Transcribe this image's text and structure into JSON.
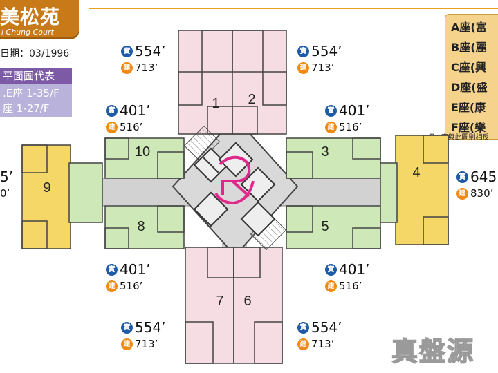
{
  "header": {
    "title_cn": "美松苑",
    "title_en": "i Chung Court",
    "date": "日期：03/1996"
  },
  "legend": {
    "title": "平面圖代表",
    "line1": ".E座 1-35/F",
    "line2": "座 1-27/F"
  },
  "blocks": [
    "A座(富",
    "B座(麗",
    "C座(興",
    "D座(盛",
    "E座(康",
    "F座(樂"
  ],
  "note": "B、C及D座與此圖則相反",
  "badge_net": "實",
  "badge_gross": "建",
  "areas": {
    "top_left": {
      "net": "554’",
      "gross": "713’"
    },
    "top_right": {
      "net": "554’",
      "gross": "713’"
    },
    "mid_upper_left": {
      "net": "401’",
      "gross": "516’"
    },
    "mid_upper_right": {
      "net": "401’",
      "gross": "516’"
    },
    "mid_lower_left": {
      "net": "401’",
      "gross": "516’"
    },
    "mid_lower_right": {
      "net": "401’",
      "gross": "516’"
    },
    "bottom_left": {
      "net": "554’",
      "gross": "713’"
    },
    "bottom_right": {
      "net": "554’",
      "gross": "713’"
    },
    "right_side": {
      "net": "645",
      "gross": "830’"
    },
    "left_side": {
      "net": "5’",
      "gross": "0’"
    }
  },
  "units": [
    "1",
    "2",
    "3",
    "4",
    "5",
    "6",
    "7",
    "8",
    "9",
    "10"
  ],
  "watermark": "真盤源",
  "colors": {
    "pink": "#f6dde3",
    "green": "#cfe8b8",
    "yellow": "#f5d768",
    "corridor": "#d2d2d2",
    "logo": "#e0288a",
    "title_bg": "#c77a17",
    "legend_head": "#7d5aa6",
    "legend_body": "#b9b3dc"
  }
}
